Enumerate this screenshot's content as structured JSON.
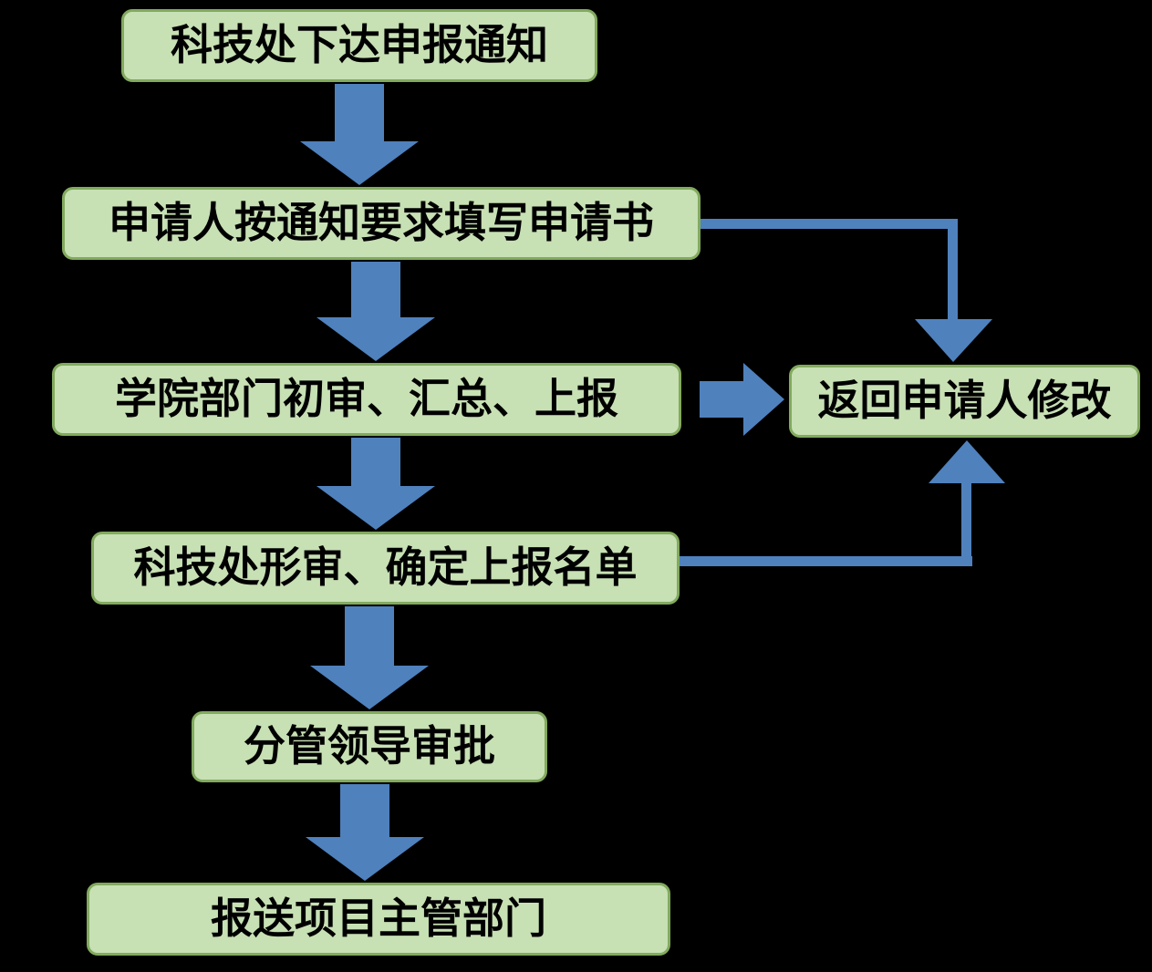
{
  "flowchart": {
    "background_color": "#000000",
    "box_fill_color": "#c7e0b4",
    "box_border_color": "#82aa5e",
    "arrow_color": "#4f81bd",
    "text_color": "#000000",
    "nodes": [
      {
        "id": "notice",
        "label": "科技处下达申报通知"
      },
      {
        "id": "apply",
        "label": "申请人按通知要求填写申请书"
      },
      {
        "id": "college-review",
        "label": "学院部门初审、汇总、上报"
      },
      {
        "id": "tech-review",
        "label": "科技处形审、确定上报名单"
      },
      {
        "id": "leader-approval",
        "label": "分管领导审批"
      },
      {
        "id": "submit",
        "label": "报送项目主管部门"
      },
      {
        "id": "return-revise",
        "label": "返回申请人修改"
      }
    ],
    "connectors": [
      {
        "id": "notice-to-apply",
        "type": "block-arrow-down"
      },
      {
        "id": "apply-to-college-review",
        "type": "block-arrow-down"
      },
      {
        "id": "college-review-to-tech-review",
        "type": "block-arrow-down"
      },
      {
        "id": "tech-review-to-leader-approval",
        "type": "block-arrow-down"
      },
      {
        "id": "leader-approval-to-submit",
        "type": "block-arrow-down"
      },
      {
        "id": "college-review-to-return-revise",
        "type": "block-arrow-right"
      },
      {
        "id": "apply-to-return-revise",
        "type": "elbow-down-arrow"
      },
      {
        "id": "tech-review-to-return-revise",
        "type": "elbow-up-arrow"
      }
    ]
  }
}
